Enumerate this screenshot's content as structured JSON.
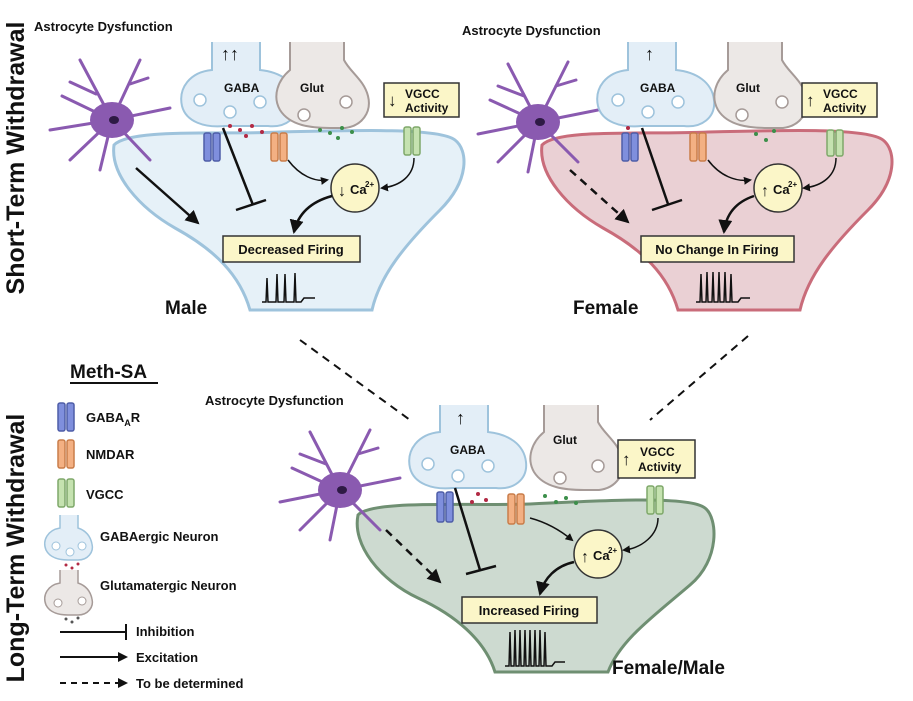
{
  "side_labels": {
    "short_term": "Short-Term Withdrawal",
    "long_term": "Long-Term Withdrawal"
  },
  "panels": {
    "male": {
      "astrocyte_label": "Astrocyte Dysfunction",
      "gaba_label": "GABA",
      "glut_label": "Glut",
      "vgcc_line1": "VGCC",
      "vgcc_line2": "Activity",
      "vgcc_arrow": "↓",
      "gaba_arrows": "↑↑",
      "ca_label": "Ca",
      "ca_superscript": "2+",
      "ca_arrow": "↓",
      "firing_label": "Decreased Firing",
      "sex_label": "Male"
    },
    "female": {
      "astrocyte_label": "Astrocyte Dysfunction",
      "gaba_label": "GABA",
      "glut_label": "Glut",
      "vgcc_line1": "VGCC",
      "vgcc_line2": "Activity",
      "vgcc_arrow": "↑",
      "gaba_arrows": "↑",
      "ca_label": "Ca",
      "ca_superscript": "2+",
      "ca_arrow": "↑",
      "firing_label": "No Change In Firing",
      "sex_label": "Female"
    },
    "longterm": {
      "astrocyte_label": "Astrocyte Dysfunction",
      "gaba_label": "GABA",
      "glut_label": "Glut",
      "vgcc_line1": "VGCC",
      "vgcc_line2": "Activity",
      "vgcc_arrow": "↑",
      "gaba_arrows": "↑",
      "ca_label": "Ca",
      "ca_superscript": "2+",
      "ca_arrow": "↑",
      "firing_label": "Increased Firing",
      "sex_label": "Female/Male"
    }
  },
  "legend": {
    "title": "Meth-SA",
    "gabaa_main": "GABA",
    "gabaa_sub": "A",
    "gabaa_suffix": "R",
    "nmdar": "NMDAR",
    "vgcc": "VGCC",
    "gabaergic": "GABAergic Neuron",
    "glutamatergic": "Glutamatergic Neuron",
    "inhibition": "Inhibition",
    "excitation": "Excitation",
    "tbd": "To be determined"
  },
  "colors": {
    "male_neuron_fill": "#e6f1f8",
    "male_neuron_stroke": "#9ec3dc",
    "female_neuron_fill": "#ead0d4",
    "female_neuron_stroke": "#c96c7a",
    "longterm_neuron_fill": "#cddad0",
    "longterm_neuron_stroke": "#6f8f72",
    "gaba_terminal_fill": "#e3eef7",
    "glut_terminal_fill": "#ece8e6",
    "gabaa_receptor": "#7f8fdd",
    "nmdar_receptor": "#f3b083",
    "vgcc_receptor": "#c5e2b0",
    "label_box": "#fbf6c8",
    "astrocyte": "#8a5ab0"
  }
}
